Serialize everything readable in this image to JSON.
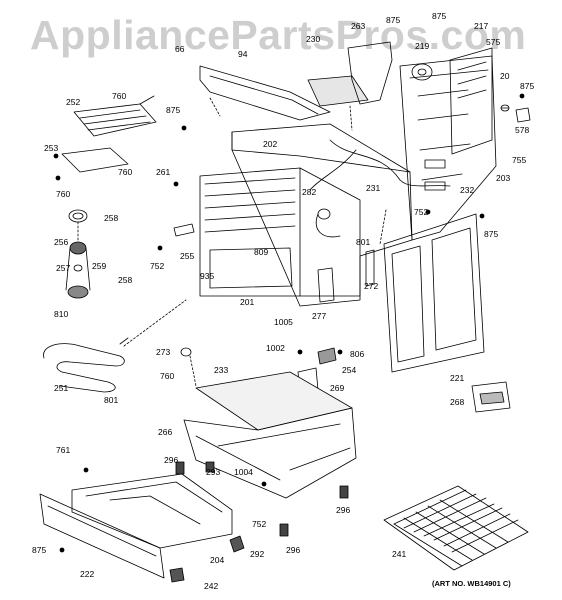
{
  "watermark": "AppliancePartsPros.com",
  "art_number": "(ART NO. WB14901 C)",
  "parts": [
    {
      "id": "p94",
      "label": "94"
    },
    {
      "id": "p66",
      "label": "66"
    },
    {
      "id": "p252a",
      "label": "252"
    },
    {
      "id": "p230",
      "label": "230"
    },
    {
      "id": "p263",
      "label": "263"
    },
    {
      "id": "p875a",
      "label": "875"
    },
    {
      "id": "p875b",
      "label": "875"
    },
    {
      "id": "p217",
      "label": "217"
    },
    {
      "id": "p219",
      "label": "219"
    },
    {
      "id": "p575",
      "label": "575"
    },
    {
      "id": "p20",
      "label": "20"
    },
    {
      "id": "p875c",
      "label": "875"
    },
    {
      "id": "p578",
      "label": "578"
    },
    {
      "id": "p755",
      "label": "755"
    },
    {
      "id": "p203",
      "label": "203"
    },
    {
      "id": "p232",
      "label": "232"
    },
    {
      "id": "p752a",
      "label": "752"
    },
    {
      "id": "p875d",
      "label": "875"
    },
    {
      "id": "p252b",
      "label": "252"
    },
    {
      "id": "p760a",
      "label": "760"
    },
    {
      "id": "p875e",
      "label": "875"
    },
    {
      "id": "p253",
      "label": "253"
    },
    {
      "id": "p760b",
      "label": "760"
    },
    {
      "id": "p760c",
      "label": "760"
    },
    {
      "id": "p202",
      "label": "202"
    },
    {
      "id": "p261",
      "label": "261"
    },
    {
      "id": "p231",
      "label": "231"
    },
    {
      "id": "p282",
      "label": "282"
    },
    {
      "id": "p258a",
      "label": "258"
    },
    {
      "id": "p256",
      "label": "256"
    },
    {
      "id": "p257",
      "label": "257"
    },
    {
      "id": "p259",
      "label": "259"
    },
    {
      "id": "p258b",
      "label": "258"
    },
    {
      "id": "p810",
      "label": "810"
    },
    {
      "id": "p801a",
      "label": "801"
    },
    {
      "id": "p752b",
      "label": "752"
    },
    {
      "id": "p255",
      "label": "255"
    },
    {
      "id": "p809",
      "label": "809"
    },
    {
      "id": "p935",
      "label": "935"
    },
    {
      "id": "p201",
      "label": "201"
    },
    {
      "id": "p1005",
      "label": "1005"
    },
    {
      "id": "p277",
      "label": "277"
    },
    {
      "id": "p272",
      "label": "272"
    },
    {
      "id": "p1002",
      "label": "1002"
    },
    {
      "id": "p806",
      "label": "806"
    },
    {
      "id": "p254",
      "label": "254"
    },
    {
      "id": "p273",
      "label": "273"
    },
    {
      "id": "p269",
      "label": "269"
    },
    {
      "id": "p233",
      "label": "233"
    },
    {
      "id": "p221",
      "label": "221"
    },
    {
      "id": "p251",
      "label": "251"
    },
    {
      "id": "p760d",
      "label": "760"
    },
    {
      "id": "p801b",
      "label": "801"
    },
    {
      "id": "p268",
      "label": "268"
    },
    {
      "id": "p266",
      "label": "266"
    },
    {
      "id": "p761",
      "label": "761"
    },
    {
      "id": "p296a",
      "label": "296"
    },
    {
      "id": "p293",
      "label": "293"
    },
    {
      "id": "p1004",
      "label": "1004"
    },
    {
      "id": "p296b",
      "label": "296"
    },
    {
      "id": "p752c",
      "label": "752"
    },
    {
      "id": "p296c",
      "label": "296"
    },
    {
      "id": "p875f",
      "label": "875"
    },
    {
      "id": "p204",
      "label": "204"
    },
    {
      "id": "p292",
      "label": "292"
    },
    {
      "id": "p241",
      "label": "241"
    },
    {
      "id": "p222",
      "label": "222"
    },
    {
      "id": "p242",
      "label": "242"
    }
  ]
}
